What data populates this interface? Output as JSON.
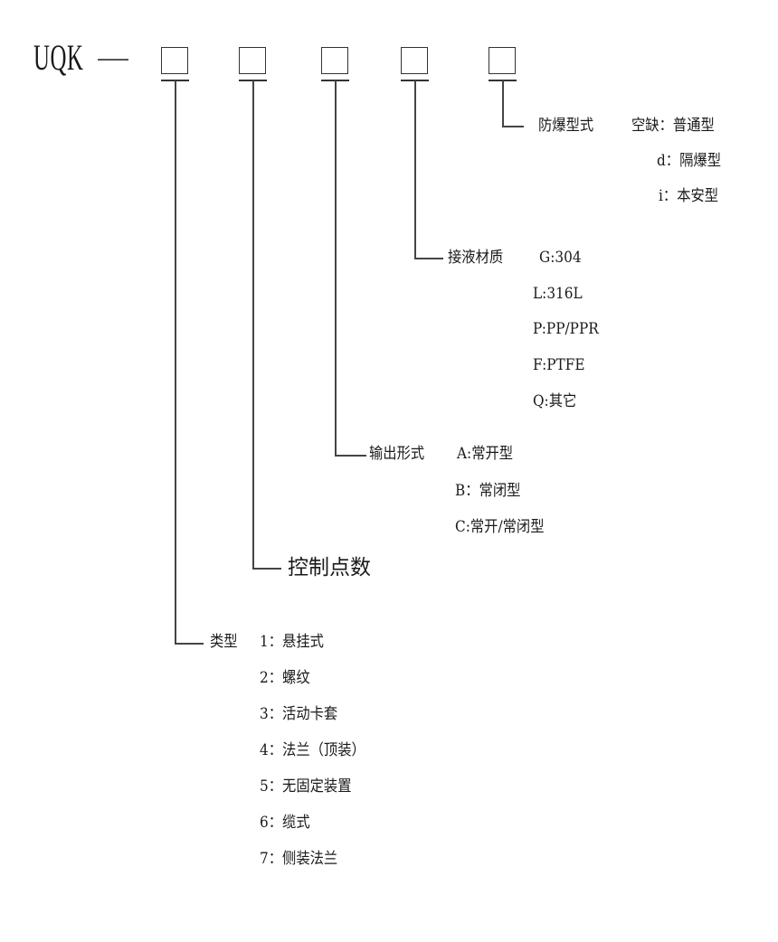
{
  "diagram": {
    "model_prefix": "UQK",
    "separator": "—",
    "slots": [
      {
        "id": 1,
        "name": "类型"
      },
      {
        "id": 2,
        "name": "控制点数"
      },
      {
        "id": 3,
        "name": "输出形式"
      },
      {
        "id": 4,
        "name": "接液材质"
      },
      {
        "id": 5,
        "name": "防爆型式"
      }
    ],
    "explosion_proof": {
      "title": "防爆型式",
      "options": [
        "空缺：普通型",
        "d：隔爆型",
        "i：本安型"
      ]
    },
    "wetted_material": {
      "title": "接液材质",
      "options": [
        "G:304",
        "L:316L",
        "P:PP/PPR",
        "F:PTFE",
        "Q:其它"
      ]
    },
    "output_form": {
      "title": "输出形式",
      "options": [
        "A:常开型",
        "B：常闭型",
        "C:常开/常闭型"
      ]
    },
    "control_points": {
      "title": "控制点数"
    },
    "type": {
      "title": "类型",
      "options": [
        "1：悬挂式",
        "2：螺纹",
        "3：活动卡套",
        "4：法兰（顶装）",
        "5：无固定装置",
        "6：缆式",
        "7：侧装法兰"
      ]
    }
  }
}
